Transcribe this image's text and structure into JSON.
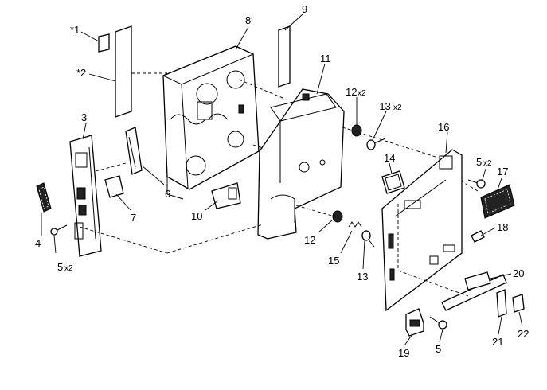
{
  "diagram": {
    "labels": {
      "p1": "*1",
      "p2": "*2",
      "p3": "3",
      "p4": "4",
      "p5a": "5",
      "p5a_qty": "x2",
      "p6": "6",
      "p7": "7",
      "p8": "8",
      "p9": "9",
      "p10": "10",
      "p11": "11",
      "p12a": "12",
      "p12a_qty": "x2",
      "p13a": "-13",
      "p13a_qty": "x2",
      "p12b": "12",
      "p15": "15",
      "p13b": "13",
      "p14": "14",
      "p16": "16",
      "p5b": "5",
      "p5b_qty": "x2",
      "p17": "17",
      "p18": "18",
      "p20": "20",
      "p19": "19",
      "p5c": "5",
      "p21": "21",
      "p22": "22"
    }
  }
}
